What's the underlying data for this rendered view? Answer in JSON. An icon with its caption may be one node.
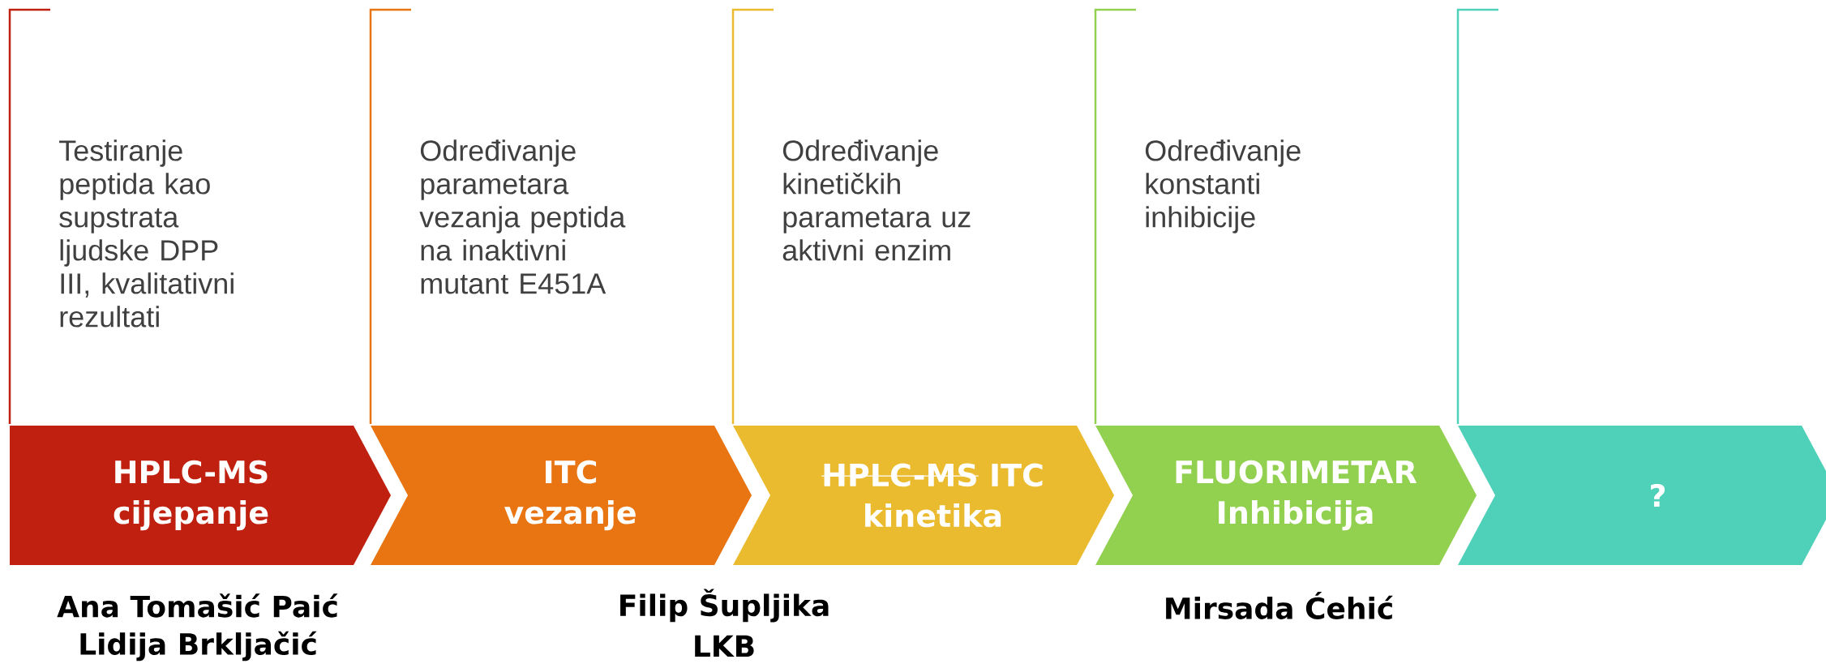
{
  "diagram": {
    "nodes": [
      {
        "text": [
          "Testiranje peptida kao supstrata ljudske DPP III, kvalitativni rezultati"
        ]
      },
      {
        "text": [
          "Određivanje parametara vezanja peptida na inaktivni mutant E451A"
        ]
      },
      {
        "text": [
          "Određivanje kinetičkih parametara uz aktivni enzim"
        ]
      },
      {
        "text": [
          "Određivanje konstanti inhibicije"
        ]
      },
      {
        "text": [],
        "shape": "bracket"
      },
      {
        "text": [
          "HPLC-MS",
          "cijepanje"
        ]
      },
      {
        "text": [
          "ITC",
          "vezanje"
        ]
      },
      {
        "text": [
          "HPLC-MS",
          "ITC",
          "kinetika"
        ]
      },
      {
        "text": [
          "FLUORIMETAR",
          "Inhibicija"
        ]
      },
      {
        "text": [
          "?"
        ]
      }
    ],
    "labels": [
      "Ana Tomašić Paić",
      "Lidija Brkljačić",
      "Filip Šupljika",
      "LKB",
      "Mirsada Ćehić"
    ]
  }
}
